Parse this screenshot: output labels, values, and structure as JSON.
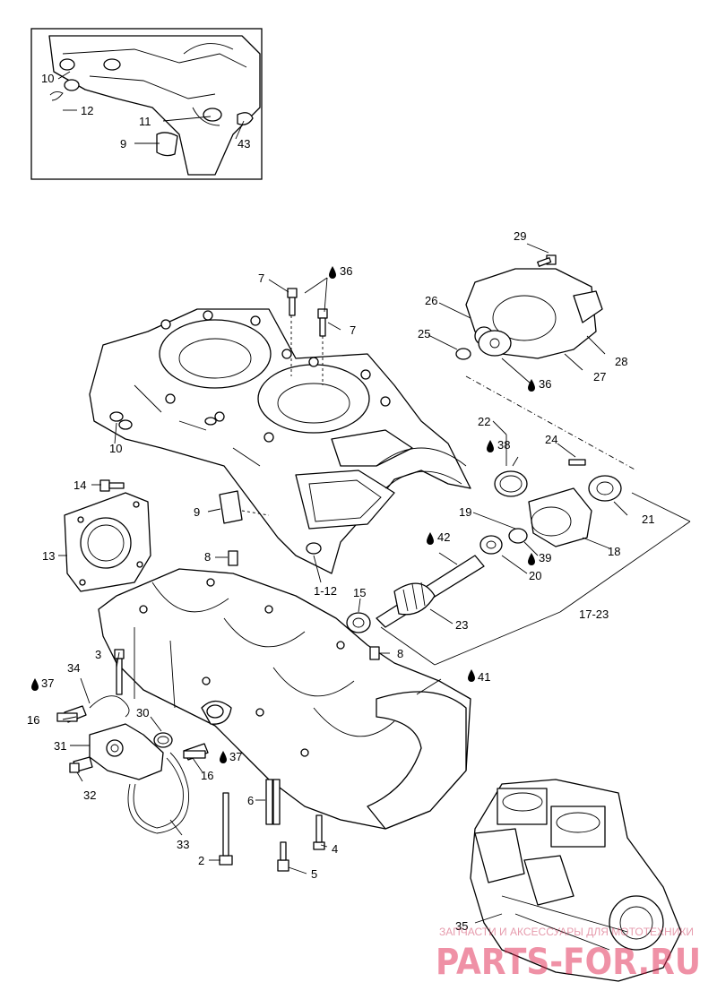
{
  "callouts": {
    "c1_12": "1-12",
    "c2": "2",
    "c3": "3",
    "c4": "4",
    "c5": "5",
    "c6": "6",
    "c7a": "7",
    "c7b": "7",
    "c8a": "8",
    "c8b": "8",
    "c9a": "9",
    "c9b": "9",
    "c10a": "10",
    "c10b": "10",
    "c11": "11",
    "c12": "12",
    "c13": "13",
    "c14": "14",
    "c15": "15",
    "c16a": "16",
    "c16b": "16",
    "c17_23": "17-23",
    "c18": "18",
    "c19": "19",
    "c20": "20",
    "c21": "21",
    "c22": "22",
    "c23": "23",
    "c24": "24",
    "c25": "25",
    "c26": "26",
    "c27": "27",
    "c28": "28",
    "c29": "29",
    "c30": "30",
    "c31": "31",
    "c32": "32",
    "c33": "33",
    "c34": "34",
    "c35": "35",
    "c36a": "36",
    "c36b": "36",
    "c37a": "37",
    "c37b": "37",
    "c38": "38",
    "c39": "39",
    "c41": "41",
    "c42": "42",
    "c43": "43"
  },
  "watermark": {
    "tagline": "ЗАПЧАСТИ И АКСЕССУАРЫ ДЛЯ МОТОТЕХНИКИ",
    "brand": "PARTS-FOR.RU"
  },
  "colors": {
    "line": "#000000",
    "watermark": "#e0264f"
  }
}
